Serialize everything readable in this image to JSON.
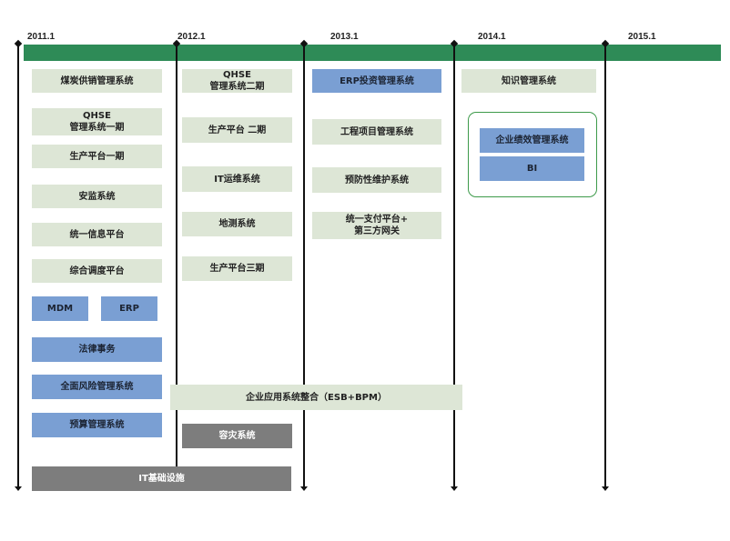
{
  "timeline": {
    "years": [
      "2011.1",
      "2012.1",
      "2013.1",
      "2014.1",
      "2015.1"
    ]
  },
  "col_2011": {
    "coal_sales": "煤炭供销管理系统",
    "qhse_phase1": "QHSE\n管理系统一期",
    "production_phase1": "生产平台一期",
    "safety_monitoring": "安监系统",
    "unified_info": "统一信息平台",
    "dispatch": "综合调度平台",
    "mdm": "MDM",
    "erp": "ERP",
    "legal": "法律事务",
    "risk": "全面风险管理系统",
    "budget": "预算管理系统"
  },
  "col_2012": {
    "qhse_phase2": "QHSE\n管理系统二期",
    "production_phase2": "生产平台 二期",
    "it_ops": "IT运维系统",
    "geo_survey": "地测系统",
    "production_phase3": "生产平台三期"
  },
  "col_2013": {
    "erp_investment": "ERP投资管理系统",
    "engineering": "工程项目管理系统",
    "preventive": "预防性维护系统",
    "payment": "统一支付平台+\n第三方网关"
  },
  "col_2014": {
    "knowledge": "知识管理系统",
    "performance": "企业绩效管理系统",
    "bi": "BI"
  },
  "spanning": {
    "integration": "企业应用系统整合（ESB+BPM）",
    "disaster": "容灾系统",
    "infrastructure": "IT基础设施"
  },
  "colors": {
    "timeline_bar": "#2e8b57",
    "existing_box": "#dde6d6",
    "highlight_box": "#7a9fd3",
    "infrastructure_box": "#7d7d7d",
    "group_border": "#3d9a4a"
  }
}
